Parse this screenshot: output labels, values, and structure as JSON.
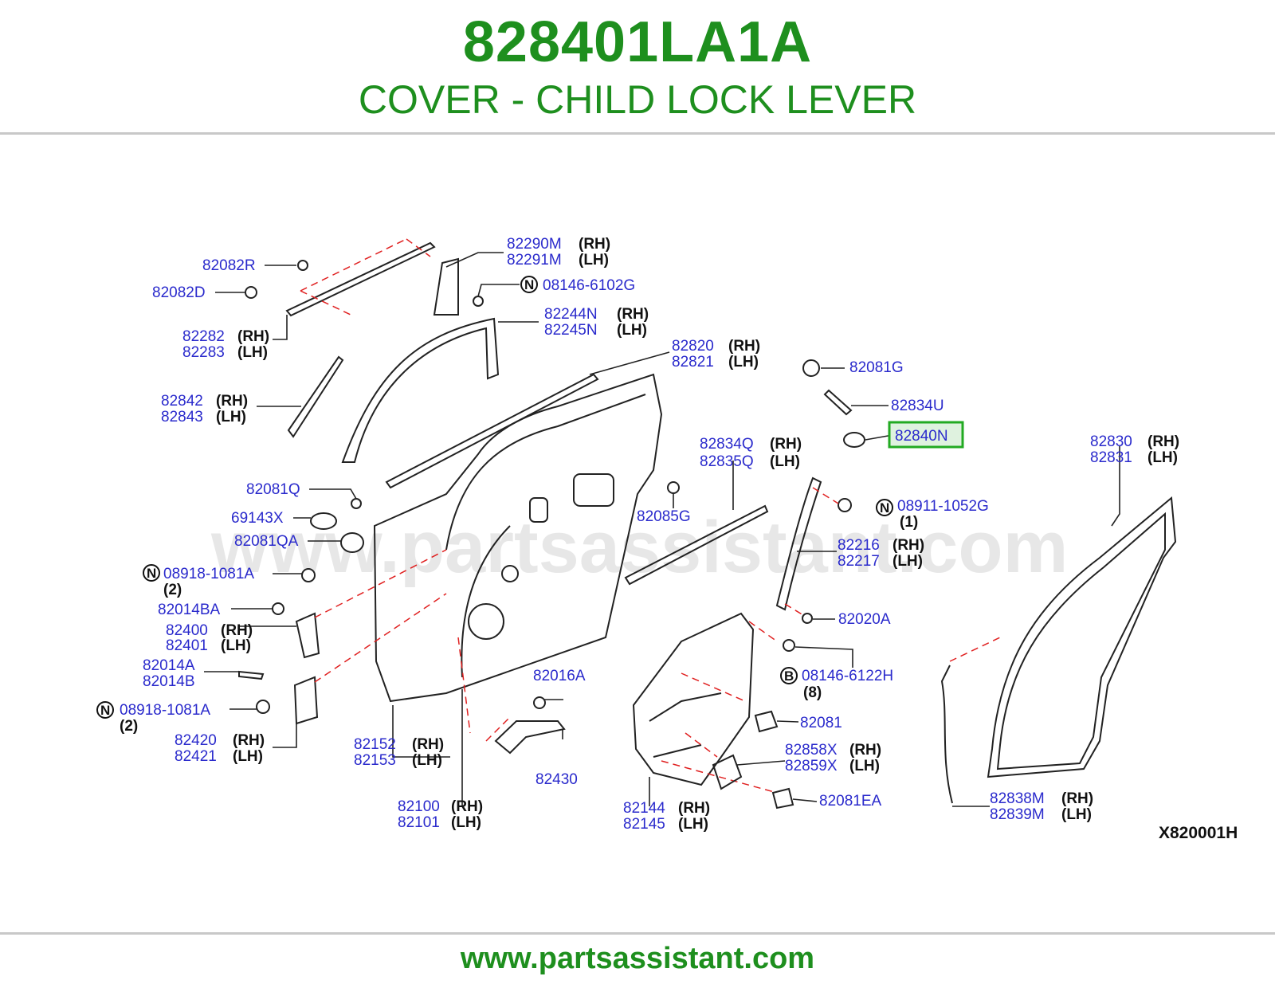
{
  "header": {
    "part_number": "828401LA1A",
    "description": "COVER - CHILD LOCK LEVER"
  },
  "watermark": "www.partsassistant.com",
  "footer": {
    "url": "www.partsassistant.com"
  },
  "diagram_code": "X820001H",
  "highlighted_part": "82840N",
  "side_labels": {
    "rh": "(RH)",
    "lh": "(LH)"
  },
  "callouts": {
    "c82082R": "82082R",
    "c82082D": "82082D",
    "c82282": "82282",
    "c82283": "82283",
    "c82842": "82842",
    "c82843": "82843",
    "c82081Q": "82081Q",
    "c69143X": "69143X",
    "c82081QA": "82081QA",
    "c08918a": "08918-1081A",
    "qty2a": "(2)",
    "c82014BA": "82014BA",
    "c82400": "82400",
    "c82401": "82401",
    "c82014A": "82014A",
    "c82014B": "82014B",
    "c08918b": "08918-1081A",
    "qty2b": "(2)",
    "c82420": "82420",
    "c82421": "82421",
    "c82152": "82152",
    "c82153": "82153",
    "c82100": "82100",
    "c82101": "82101",
    "c82290M": "82290M",
    "c82291M": "82291M",
    "c08146a": "08146-6102G",
    "c82244N": "82244N",
    "c82245N": "82245N",
    "c82820": "82820",
    "c82821": "82821",
    "c82085G": "82085G",
    "c82016A": "82016A",
    "c82430": "82430",
    "c82834Q": "82834Q",
    "c82835Q": "82835Q",
    "c82081G": "82081G",
    "c82834U": "82834U",
    "c82840N": "82840N",
    "c08911": "08911-1052G",
    "qty1": "(1)",
    "c82216": "82216",
    "c82217": "82217",
    "c82020A": "82020A",
    "c08146b": "08146-6122H",
    "qty8": "(8)",
    "c82081": "82081",
    "c82858X": "82858X",
    "c82859X": "82859X",
    "c82081EA": "82081EA",
    "c82144": "82144",
    "c82145": "82145",
    "c82830": "82830",
    "c82831": "82831",
    "c82838M": "82838M",
    "c82839M": "82839M"
  },
  "ref_letters": {
    "n": "N",
    "b": "B"
  }
}
